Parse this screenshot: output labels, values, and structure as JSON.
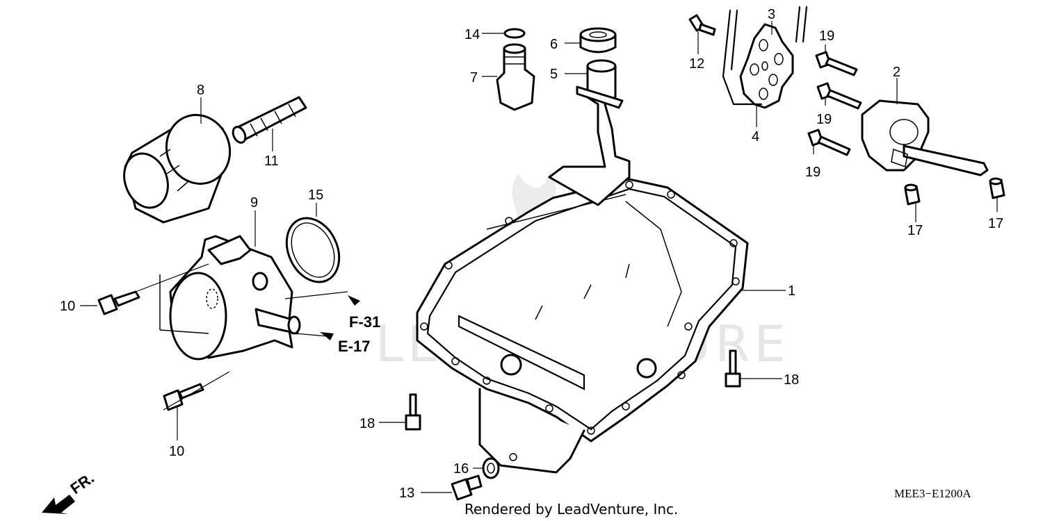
{
  "parts": [
    {
      "id": "1",
      "label": "1"
    },
    {
      "id": "2",
      "label": "2"
    },
    {
      "id": "3",
      "label": "3"
    },
    {
      "id": "4",
      "label": "4"
    },
    {
      "id": "5",
      "label": "5"
    },
    {
      "id": "6",
      "label": "6"
    },
    {
      "id": "7",
      "label": "7"
    },
    {
      "id": "8",
      "label": "8"
    },
    {
      "id": "9",
      "label": "9"
    },
    {
      "id": "10a",
      "label": "10"
    },
    {
      "id": "10b",
      "label": "10"
    },
    {
      "id": "11",
      "label": "11"
    },
    {
      "id": "12",
      "label": "12"
    },
    {
      "id": "13",
      "label": "13"
    },
    {
      "id": "14",
      "label": "14"
    },
    {
      "id": "15",
      "label": "15"
    },
    {
      "id": "16",
      "label": "16"
    },
    {
      "id": "17a",
      "label": "17"
    },
    {
      "id": "17b",
      "label": "17"
    },
    {
      "id": "18a",
      "label": "18"
    },
    {
      "id": "18b",
      "label": "18"
    },
    {
      "id": "19a",
      "label": "19"
    },
    {
      "id": "19b",
      "label": "19"
    },
    {
      "id": "19c",
      "label": "19"
    }
  ],
  "refs": {
    "f31": "F-31",
    "e17": "E-17"
  },
  "front_label": "FR.",
  "diagram_code": "MEE3−E1200A",
  "credit": "Rendered by LeadVenture, Inc.",
  "watermark": "LEADVENTURE"
}
